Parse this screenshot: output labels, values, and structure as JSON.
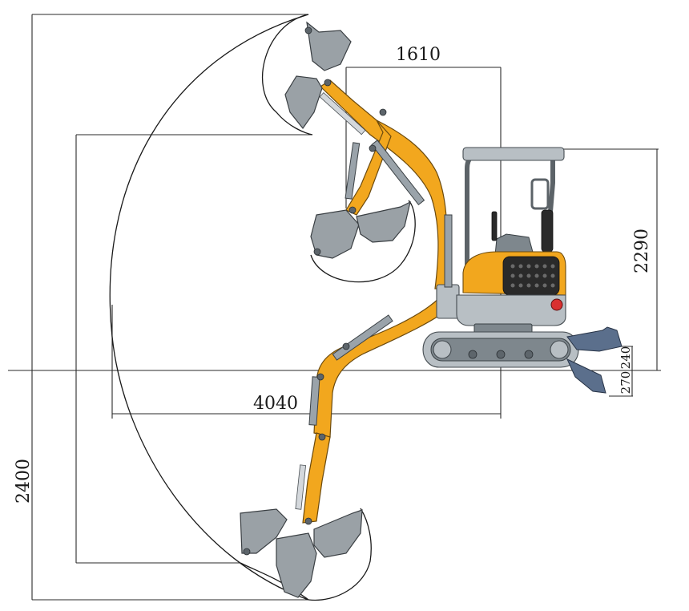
{
  "dimensions": {
    "max_reach_ground": "4040",
    "reach_at_max_height": "1610",
    "max_dig_depth": "2400",
    "dump_height": "2290",
    "blade_raise": "240",
    "blade_lower": "270"
  },
  "colors": {
    "machine_body": "#f2a71e",
    "undercarriage": "#b8bfc4",
    "blade": "#5b6f8c",
    "dimension_lines": "#2a2a2a"
  }
}
